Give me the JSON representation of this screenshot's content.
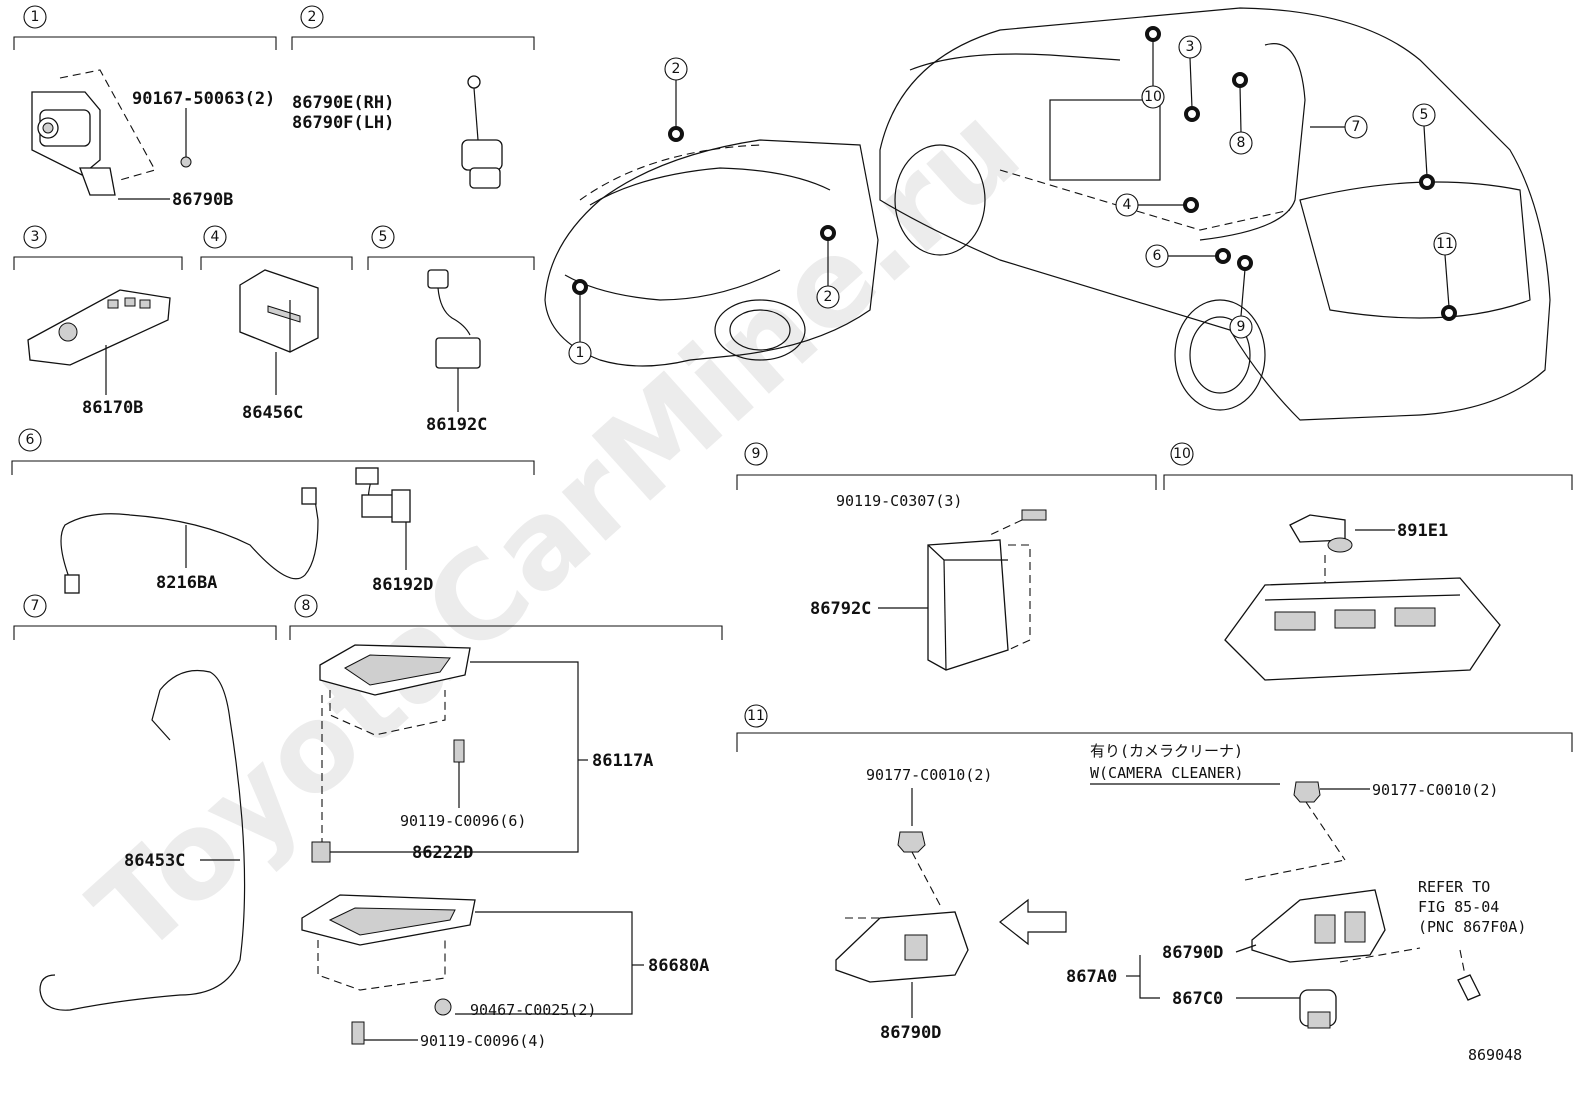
{
  "watermark": "ToyotaCarMine.ru",
  "figure_code": "869048",
  "sections": {
    "s1": {
      "index": "1",
      "labels": {
        "bolt": "90167-50063(2)",
        "bracket": "86790B"
      }
    },
    "s2": {
      "index": "2",
      "labels": {
        "rh": "86790E(RH)",
        "lh": "86790F(LH)"
      }
    },
    "s3": {
      "index": "3",
      "labels": {
        "part": "86170B"
      }
    },
    "s4": {
      "index": "4",
      "labels": {
        "part": "86456C"
      }
    },
    "s5": {
      "index": "5",
      "labels": {
        "part": "86192C"
      }
    },
    "s6": {
      "index": "6",
      "labels": {
        "harness": "8216BA",
        "switch": "86192D"
      }
    },
    "s7": {
      "index": "7",
      "labels": {
        "cable": "86453C"
      }
    },
    "s8": {
      "index": "8",
      "labels": {
        "frame": "86117A",
        "screw": "90119-C0096(6)",
        "clip": "86222D",
        "unit": "86680A",
        "nut": "90467-C0025(2)",
        "screw2": "90119-C0096(4)"
      }
    },
    "s9": {
      "index": "9",
      "labels": {
        "bolt": "90119-C0307(3)",
        "module": "86792C"
      }
    },
    "s10": {
      "index": "10",
      "labels": {
        "part": "891E1"
      }
    },
    "s11": {
      "index": "11",
      "labels": {
        "clip_left": "90177-C0010(2)",
        "camera_left": "86790D",
        "condition_jp": "有り(カメラクリーナ)",
        "condition_en": "W(CAMERA CLEANER)",
        "clip_right": "90177-C0010(2)",
        "camera_right": "86790D",
        "assembly": "867A0",
        "cleaner": "867C0",
        "refer1": "REFER TO",
        "refer2": "FIG 85-04",
        "refer3": "(PNC 867F0A)"
      }
    }
  },
  "callouts": {
    "c1": "1",
    "c2a": "2",
    "c2b": "2",
    "c3": "3",
    "c4": "4",
    "c5": "5",
    "c6": "6",
    "c7": "7",
    "c8": "8",
    "c9": "9",
    "c10": "10",
    "c11": "11"
  }
}
